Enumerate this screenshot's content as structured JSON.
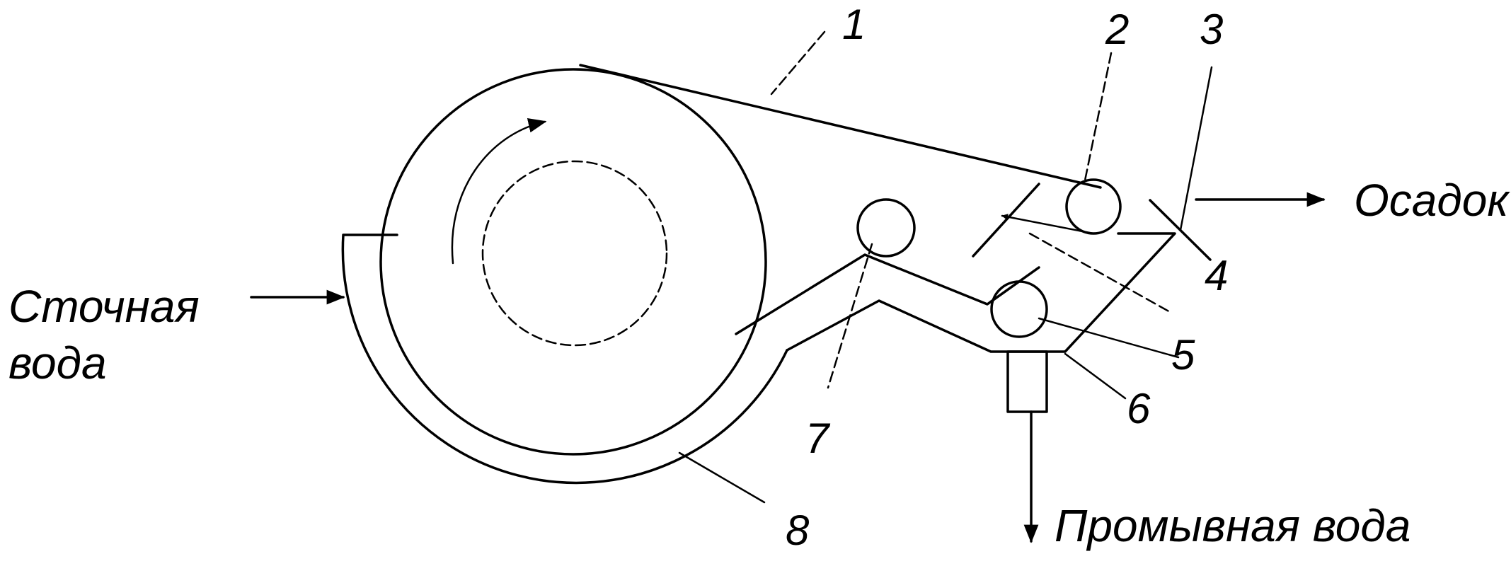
{
  "labels": {
    "inflow": [
      "Сточная",
      "вода"
    ],
    "sediment": "Осадок",
    "wash_water": "Промывная вода"
  },
  "numbers": {
    "n1": "1",
    "n2": "2",
    "n3": "3",
    "n4": "4",
    "n5": "5",
    "n6": "6",
    "n7": "7",
    "n8": "8"
  }
}
